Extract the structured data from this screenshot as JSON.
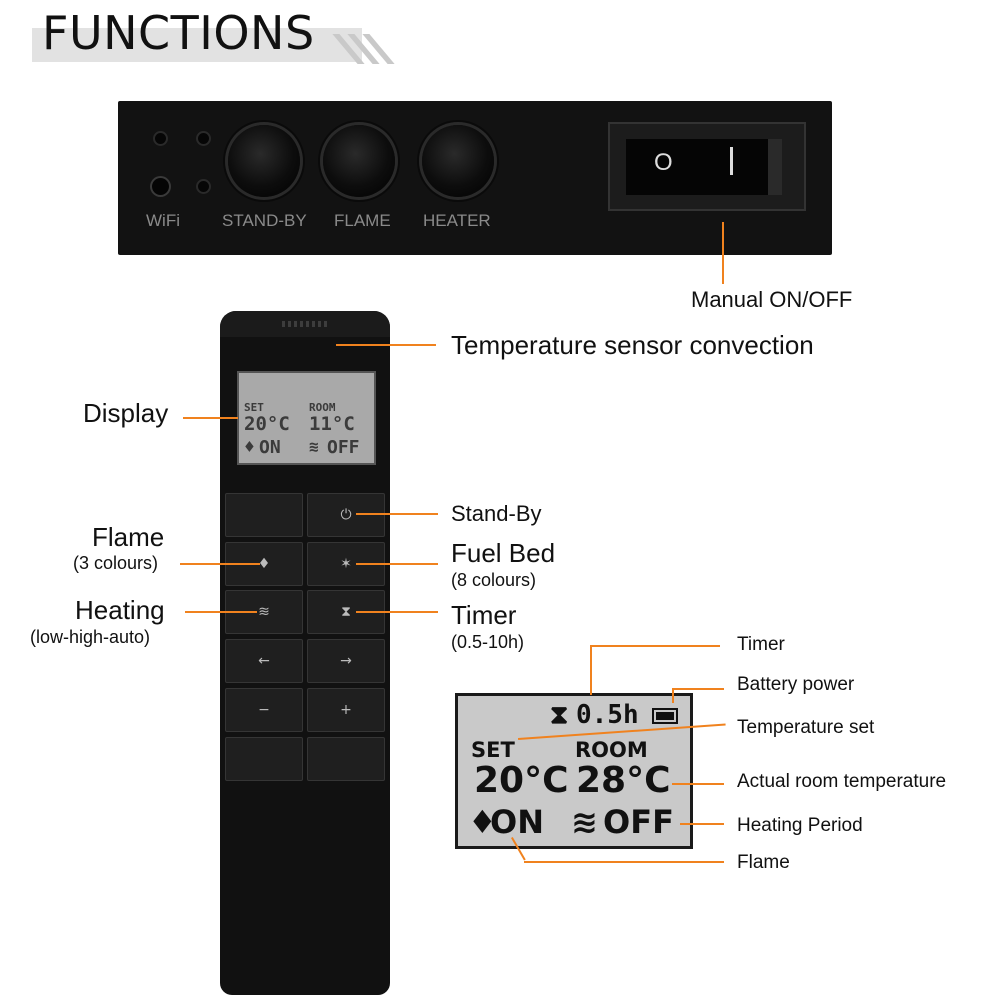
{
  "title": "FUNCTIONS",
  "panel": {
    "wifi_label": "WiFi",
    "buttons": [
      "STAND-BY",
      "FLAME",
      "HEATER"
    ],
    "switch_off_symbol": "O"
  },
  "callouts": {
    "manual_switch": "Manual ON/OFF",
    "temp_sensor": "Temperature sensor convection",
    "display": "Display",
    "standby": "Stand-By",
    "flame": "Flame",
    "flame_sub": "(3 colours)",
    "fuel_bed": "Fuel Bed",
    "fuel_bed_sub": "(8 colours)",
    "heating": "Heating",
    "heating_sub": "(low-high-auto)",
    "timer": "Timer",
    "timer_sub": "(0.5-10h)"
  },
  "remote_display": {
    "set_label": "SET",
    "room_label": "ROOM",
    "set_temp": "20°C",
    "room_temp": "11°C",
    "flame_state": "ON",
    "heat_state": "OFF"
  },
  "remote_keys": {
    "standby_icon": "power-icon",
    "flame_icon": "flame-icon",
    "fuel_bed_icon": "fuel-bed-icon",
    "heating_icon": "heat-waves-icon",
    "timer_icon": "hourglass-icon",
    "left": "←",
    "right": "→",
    "minus": "−",
    "plus": "+"
  },
  "big_display": {
    "timer_value": "0.5h",
    "set_label": "SET",
    "room_label": "ROOM",
    "set_temp": "20°C",
    "room_temp": "28°C",
    "flame_state": "ON",
    "heat_state": "OFF"
  },
  "display_annotations": {
    "timer": "Timer",
    "battery": "Battery power",
    "temp_set": "Temperature set",
    "actual_room": "Actual room temperature",
    "heating_period": "Heating Period",
    "flame": "Flame"
  },
  "colors": {
    "accent_line": "#f0821e",
    "panel": "#121212",
    "lcd": "#c9c9c9"
  }
}
